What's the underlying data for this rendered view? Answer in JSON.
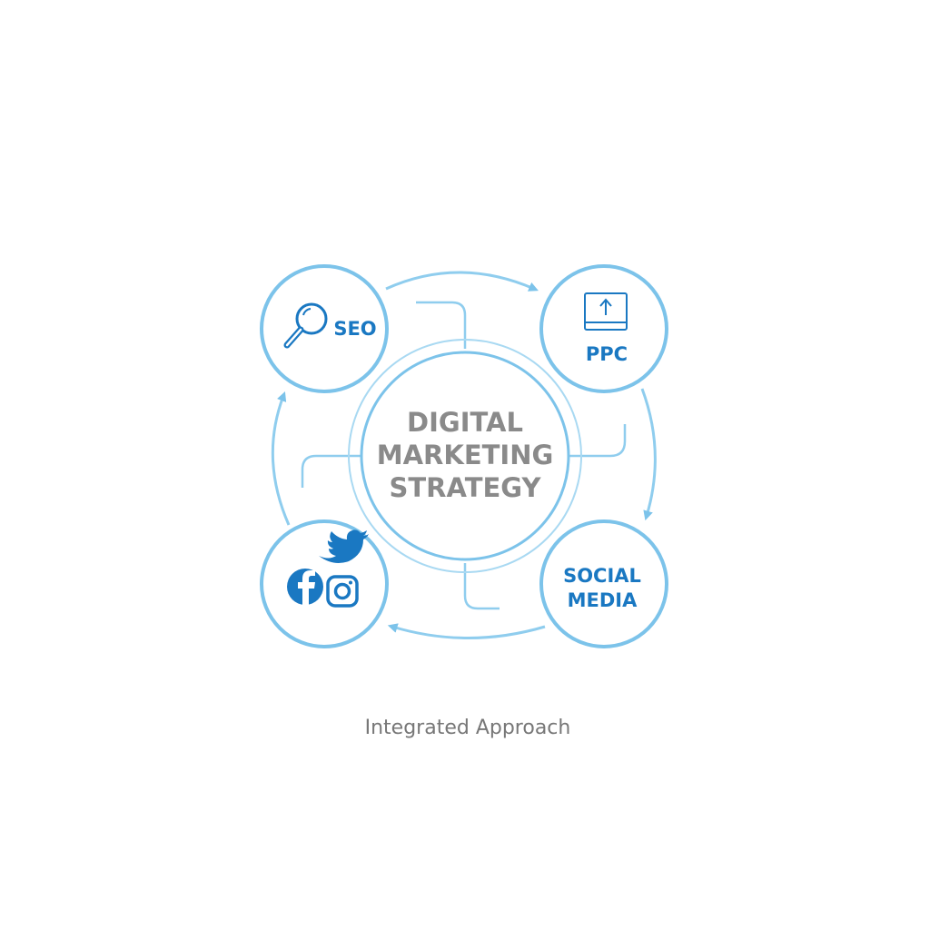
{
  "center": {
    "line1": "DIGITAL",
    "line2": "MARKETING",
    "line3": "STRATEGY"
  },
  "nodes": {
    "seo": {
      "label": "SEO",
      "icon": "magnifier-icon"
    },
    "ppc": {
      "label": "PPC",
      "icon": "upload-monitor-icon"
    },
    "social_media": {
      "label_line1": "SOCIAL",
      "label_line2": "MEDIA"
    },
    "social_icons": {
      "icons": [
        "facebook-icon",
        "twitter-icon",
        "instagram-icon"
      ]
    }
  },
  "caption": "Integrated Approach",
  "colors": {
    "ring": "#7cc3ea",
    "connector": "#8fcdee",
    "accent_text": "#1a78c2",
    "center_text": "#8a8a8a",
    "caption_text": "#777777"
  }
}
